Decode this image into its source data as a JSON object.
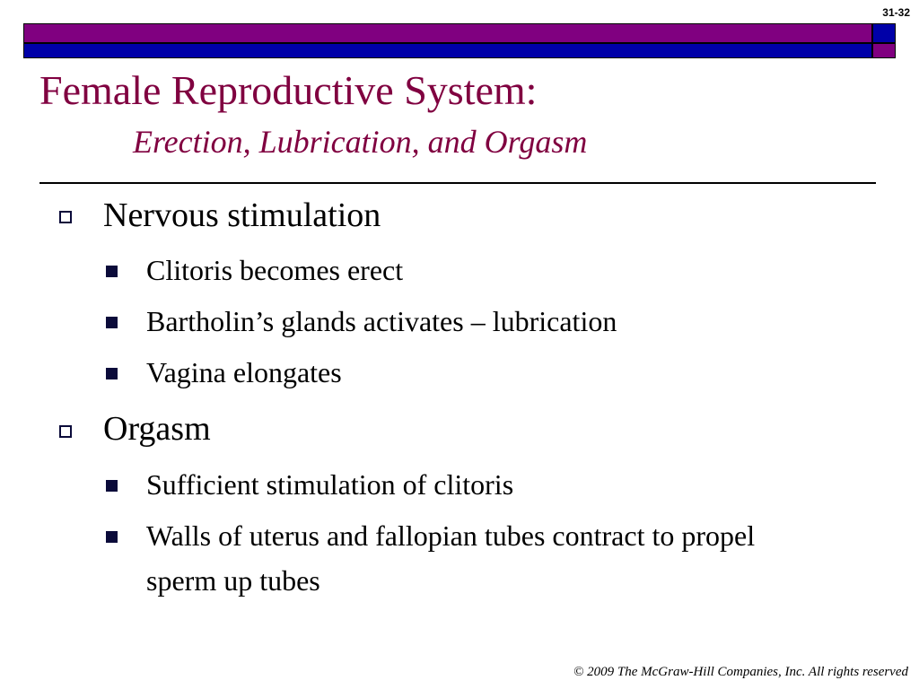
{
  "slide": {
    "number": "31-32",
    "title": "Female Reproductive System:",
    "subtitle": "Erection, Lubrication, and Orgasm",
    "colors": {
      "accent_purple": "#800080",
      "accent_blue": "#0000a8",
      "title_color": "#800040"
    }
  },
  "content": {
    "sections": [
      {
        "heading": "Nervous stimulation",
        "items": [
          "Clitoris becomes erect",
          "Bartholin’s glands activates – lubrication",
          "Vagina elongates"
        ]
      },
      {
        "heading": "Orgasm",
        "items": [
          "Sufficient stimulation of clitoris",
          "Walls of uterus and fallopian tubes contract to propel sperm up tubes"
        ]
      }
    ]
  },
  "footer": {
    "copyright": "© 2009 The McGraw-Hill Companies, Inc. All rights reserved"
  }
}
